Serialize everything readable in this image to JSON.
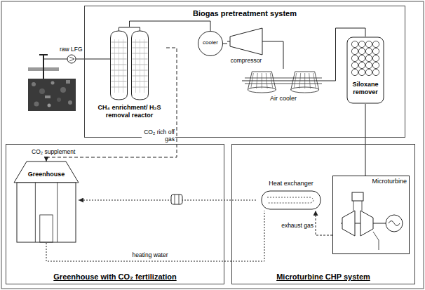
{
  "diagram": {
    "nodes": [
      {
        "text": [
          "Biogas pretreatment system"
        ]
      },
      {
        "text": [
          "CH₄ enrichment/ H₂S removal reactor"
        ],
        "in": 0
      },
      {
        "text": [
          "cooler"
        ],
        "in": 0
      },
      {
        "text": [
          "compressor"
        ],
        "in": 0
      },
      {
        "text": [
          "Air cooler"
        ],
        "in": 0
      },
      {
        "text": [
          "Siloxane remover"
        ],
        "in": 0
      },
      {
        "text": [
          "Greenhouse with CO₂ fertilization"
        ]
      },
      {
        "text": [
          "Greenhouse"
        ],
        "in": 6
      },
      {
        "text": [
          "Microturbine CHP system"
        ]
      },
      {
        "text": [
          "Heat exchanger"
        ],
        "in": 8
      },
      {
        "text": [
          "Microturbine"
        ],
        "in": 8
      }
    ],
    "edges": [
      {
        "from": 1,
        "to": 2,
        "arrow": "none"
      },
      {
        "from": 2,
        "to": 3,
        "arrow": "none"
      },
      {
        "from": 3,
        "to": 4,
        "arrow": "none"
      },
      {
        "from": 4,
        "to": 5,
        "arrow": "none"
      },
      {
        "from": 5,
        "to": 10,
        "arrow": "none"
      },
      {
        "from": 10,
        "to": 9,
        "label": "exhaust gas",
        "arrow": "to"
      },
      {
        "from": 9,
        "to": 7,
        "arrow": "to"
      },
      {
        "from": 1,
        "to": 7,
        "label": "CO₂ rich off gas",
        "arrow": "to"
      },
      {
        "from": 7,
        "to": 9,
        "label": "heating water",
        "arrow": "none"
      }
    ],
    "labels": [
      "raw LFG",
      "CO₂ supplement"
    ]
  }
}
